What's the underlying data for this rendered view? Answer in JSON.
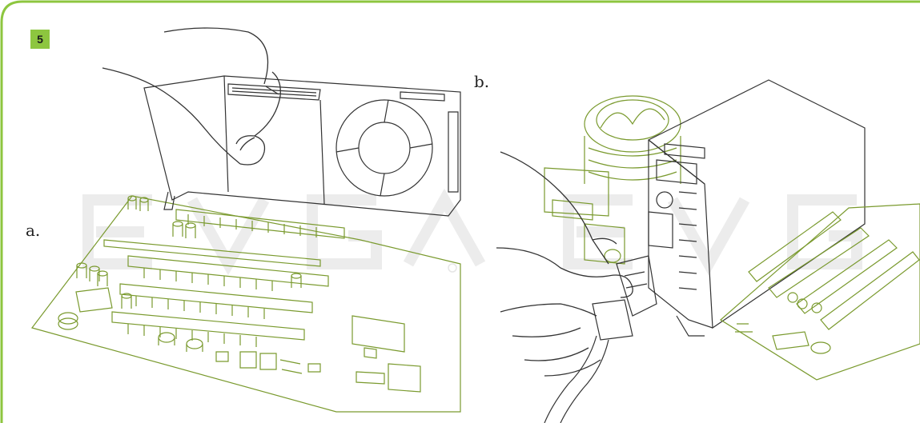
{
  "step": {
    "number": "5"
  },
  "labels": {
    "a": "a.",
    "b": "b."
  },
  "colors": {
    "accent": "#8dc63f",
    "line_green": "#7a9a2e",
    "line_dark": "#333333",
    "watermark": "#e9e9e9"
  },
  "figures": {
    "a": "motherboard-graphics-card-insert",
    "b": "monitor-cable-connect"
  }
}
